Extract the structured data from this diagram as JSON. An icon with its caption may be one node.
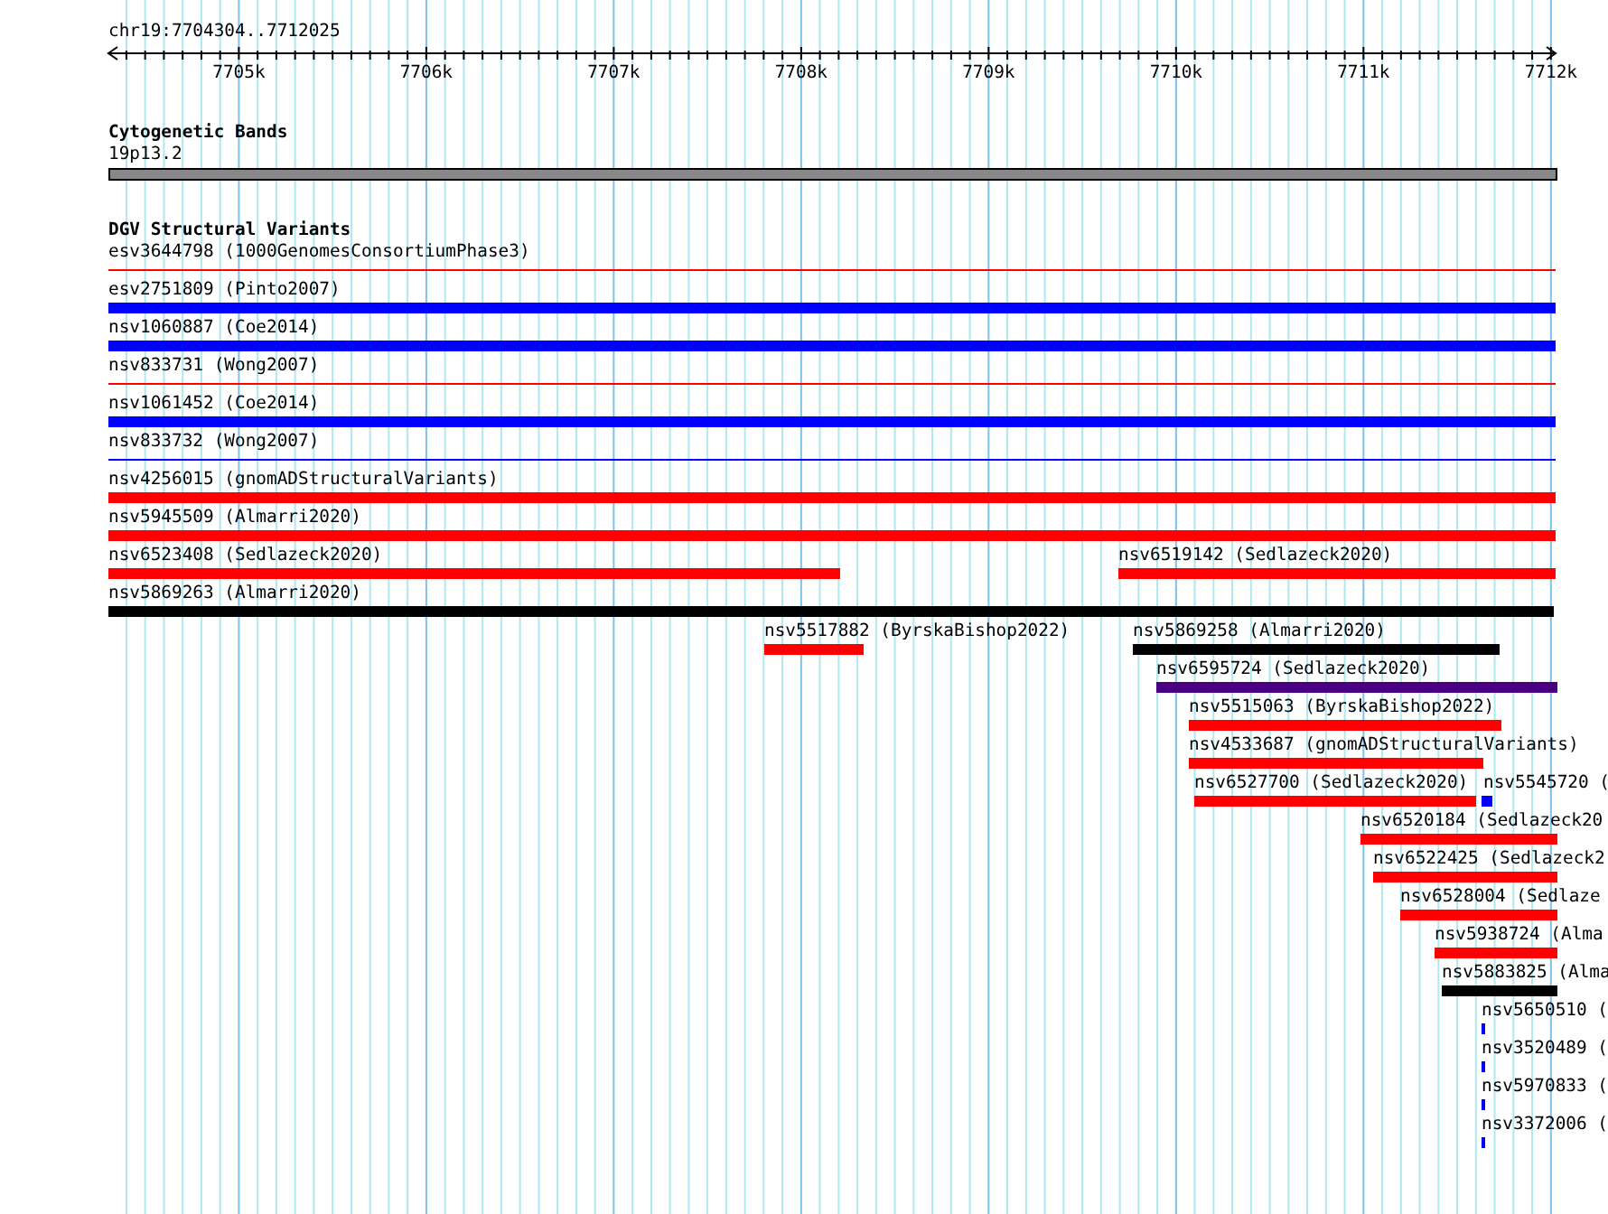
{
  "diagram": {
    "labels": [
      "chr19:7704304..7712025",
      "7705k",
      "7706k",
      "7707k",
      "7708k",
      "7709k",
      "7710k",
      "7711k",
      "7712k",
      "Cytogenetic Bands",
      "19p13.2",
      "DGV Structural Variants",
      "esv3644798 (1000GenomesConsortiumPhase3)",
      "esv2751809 (Pinto2007)",
      "nsv1060887 (Coe2014)",
      "nsv833731 (Wong2007)",
      "nsv1061452 (Coe2014)",
      "nsv833732 (Wong2007)",
      "nsv4256015 (gnomADStructuralVariants)",
      "nsv5945509 (Almarri2020)",
      "nsv6523408 (Sedlazeck2020)",
      "nsv6519142 (Sedlazeck2020)",
      "nsv5869263 (Almarri2020)",
      "nsv5517882 (ByrskaBishop2022)",
      "nsv5869258 (Almarri2020)",
      "nsv6595724 (Sedlazeck2020)",
      "nsv5515063 (ByrskaBishop2022)",
      "nsv4533687 (gnomADStructuralVariants)",
      "nsv6527700 (Sedlazeck2020)",
      "nsv5545720 (",
      "nsv6520184 (Sedlazeck20",
      "nsv6522425 (Sedlazeck2",
      "nsv6528004 (Sedlaze",
      "nsv5938724 (Alma",
      "nsv5883825 (Alma",
      "nsv5650510 (",
      "nsv3520489 (",
      "nsv5970833 (",
      "nsv3372006 ("
    ]
  }
}
